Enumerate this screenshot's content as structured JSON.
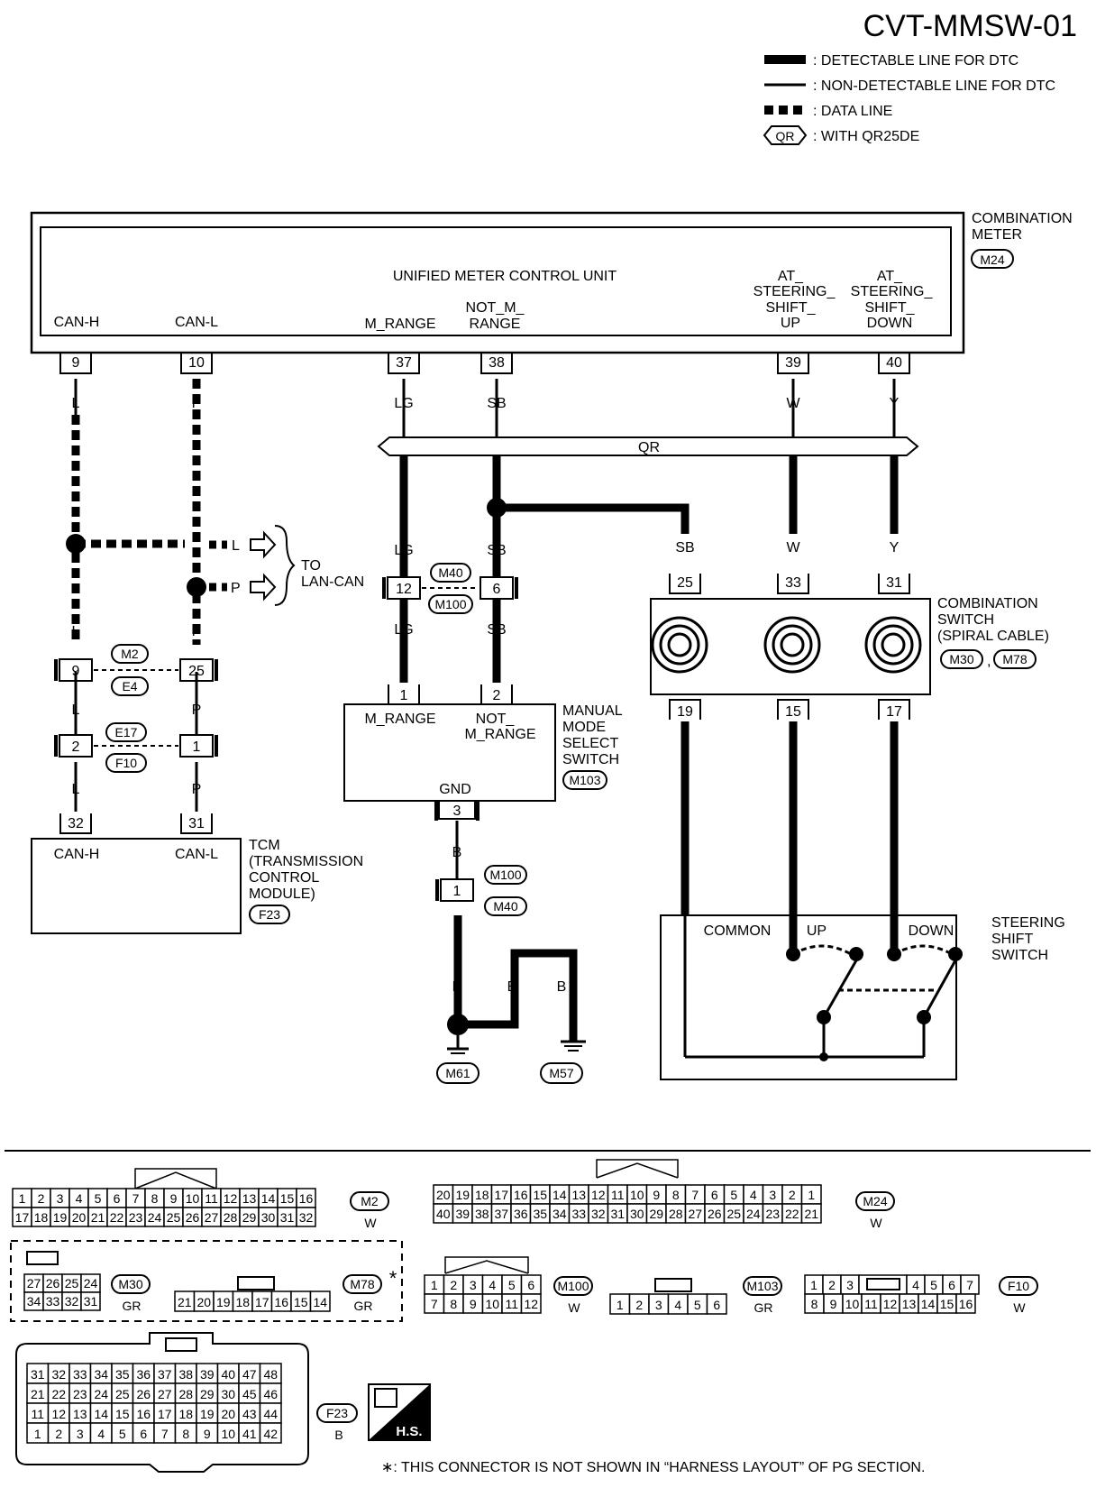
{
  "title": "CVT-MMSW-01",
  "legend": {
    "detectable": ": DETECTABLE LINE FOR DTC",
    "nondetectable": ": NON-DETECTABLE LINE FOR DTC",
    "data": ": DATA LINE",
    "qr_badge": "QR",
    "qr": ": WITH QR25DE"
  },
  "meter": {
    "unit": "UNIFIED  METER  CONTROL UNIT",
    "name_1": "COMBINATION",
    "name_2": "METER",
    "conn": "M24",
    "pins": {
      "can_h": "CAN-H",
      "can_l": "CAN-L",
      "m_range": "M_RANGE",
      "not_1": "NOT_M_",
      "not_2": "RANGE",
      "up_1": "AT_",
      "up_2": "STEERING_",
      "up_3": "SHIFT_",
      "up_4": "UP",
      "dn_1": "AT_",
      "dn_2": "STEERING_",
      "dn_3": "SHIFT_",
      "dn_4": "DOWN"
    },
    "pin_nums": {
      "p9": "9",
      "p10": "10",
      "p37": "37",
      "p38": "38",
      "p39": "39",
      "p40": "40"
    }
  },
  "wires": {
    "l": "L",
    "p": "P",
    "lg": "LG",
    "sb": "SB",
    "w": "W",
    "y": "Y",
    "b": "B",
    "qr": "QR"
  },
  "lan": {
    "l": "L",
    "p": "P",
    "to": "TO",
    "lancan": "LAN-CAN"
  },
  "joints": {
    "m40": "M40",
    "m100": "M100",
    "j12": "12",
    "j6": "6",
    "m2": "M2",
    "e4": "E4",
    "j9": "9",
    "j25": "25",
    "e17": "E17",
    "f10": "F10",
    "j2": "2",
    "j1": "1",
    "gm100": "M100",
    "gm40": "M40",
    "g1": "1"
  },
  "tcm": {
    "l1": "TCM",
    "l2": "(TRANSMISSION",
    "l3": "CONTROL",
    "l4": "MODULE)",
    "conn": "F23",
    "can_h": "CAN-H",
    "can_l": "CAN-L",
    "p32": "32",
    "p31": "31"
  },
  "mms": {
    "l1": "MANUAL",
    "l2": "MODE",
    "l3": "SELECT",
    "l4": "SWITCH",
    "conn": "M103",
    "m_range": "M_RANGE",
    "not_1": "NOT_",
    "not_2": "M_RANGE",
    "gnd": "GND",
    "p1": "1",
    "p2": "2",
    "p3": "3"
  },
  "combsw": {
    "l1": "COMBINATION",
    "l2": "SWITCH",
    "l3": "(SPIRAL CABLE)",
    "c1": "M30",
    "c2": "M78",
    "p25": "25",
    "p33": "33",
    "p31": "31",
    "p19": "19",
    "p15": "15",
    "p17": "17"
  },
  "steer": {
    "l1": "STEERING",
    "l2": "SHIFT",
    "l3": "SWITCH",
    "common": "COMMON",
    "up": "UP",
    "down": "DOWN"
  },
  "grounds": {
    "g1": "M61",
    "g2": "M57"
  },
  "connectors": {
    "m2": {
      "id": "M2",
      "color": "W",
      "row1": [
        "1",
        "2",
        "3",
        "4",
        "5",
        "6",
        "7",
        "8",
        "9",
        "10",
        "11",
        "12",
        "13",
        "14",
        "15",
        "16"
      ],
      "row2": [
        "17",
        "18",
        "19",
        "20",
        "21",
        "22",
        "23",
        "24",
        "25",
        "26",
        "27",
        "28",
        "29",
        "30",
        "31",
        "32"
      ]
    },
    "m24": {
      "id": "M24",
      "color": "W",
      "row1": [
        "20",
        "19",
        "18",
        "17",
        "16",
        "15",
        "14",
        "13",
        "12",
        "11",
        "10",
        "9",
        "8",
        "7",
        "6",
        "5",
        "4",
        "3",
        "2",
        "1"
      ],
      "row2": [
        "40",
        "39",
        "38",
        "37",
        "36",
        "35",
        "34",
        "33",
        "32",
        "31",
        "30",
        "29",
        "28",
        "27",
        "26",
        "25",
        "24",
        "23",
        "22",
        "21"
      ]
    },
    "m30": {
      "id": "M30",
      "color": "GR",
      "row1": [
        "27",
        "26",
        "25",
        "24"
      ],
      "row2": [
        "34",
        "33",
        "32",
        "31"
      ]
    },
    "m78": {
      "id": "M78",
      "color": "GR",
      "star": "*",
      "row": [
        "21",
        "20",
        "19",
        "18",
        "17",
        "16",
        "15",
        "14"
      ]
    },
    "m100": {
      "id": "M100",
      "color": "W",
      "row1": [
        "1",
        "2",
        "3",
        "4",
        "5",
        "6"
      ],
      "row2": [
        "7",
        "8",
        "9",
        "10",
        "11",
        "12"
      ]
    },
    "m103": {
      "id": "M103",
      "color": "GR",
      "row": [
        "1",
        "2",
        "3",
        "4",
        "5",
        "6"
      ]
    },
    "f10": {
      "id": "F10",
      "color": "W",
      "row1a": [
        "1",
        "2",
        "3"
      ],
      "row1b": [
        "4",
        "5",
        "6",
        "7"
      ],
      "row2": [
        "8",
        "9",
        "10",
        "11",
        "12",
        "13",
        "14",
        "15",
        "16"
      ]
    },
    "f23": {
      "id": "F23",
      "color": "B",
      "rows": [
        [
          "31",
          "32",
          "33",
          "34",
          "35",
          "36",
          "37",
          "38",
          "39",
          "40",
          "47",
          "48"
        ],
        [
          "21",
          "22",
          "23",
          "24",
          "25",
          "26",
          "27",
          "28",
          "29",
          "30",
          "45",
          "46"
        ],
        [
          "11",
          "12",
          "13",
          "14",
          "15",
          "16",
          "17",
          "18",
          "19",
          "20",
          "43",
          "44"
        ],
        [
          "1",
          "2",
          "3",
          "4",
          "5",
          "6",
          "7",
          "8",
          "9",
          "10",
          "41",
          "42"
        ]
      ]
    }
  },
  "hs": "H.S.",
  "footnote": "∗: THIS CONNECTOR IS NOT SHOWN IN “HARNESS LAYOUT” OF PG SECTION."
}
